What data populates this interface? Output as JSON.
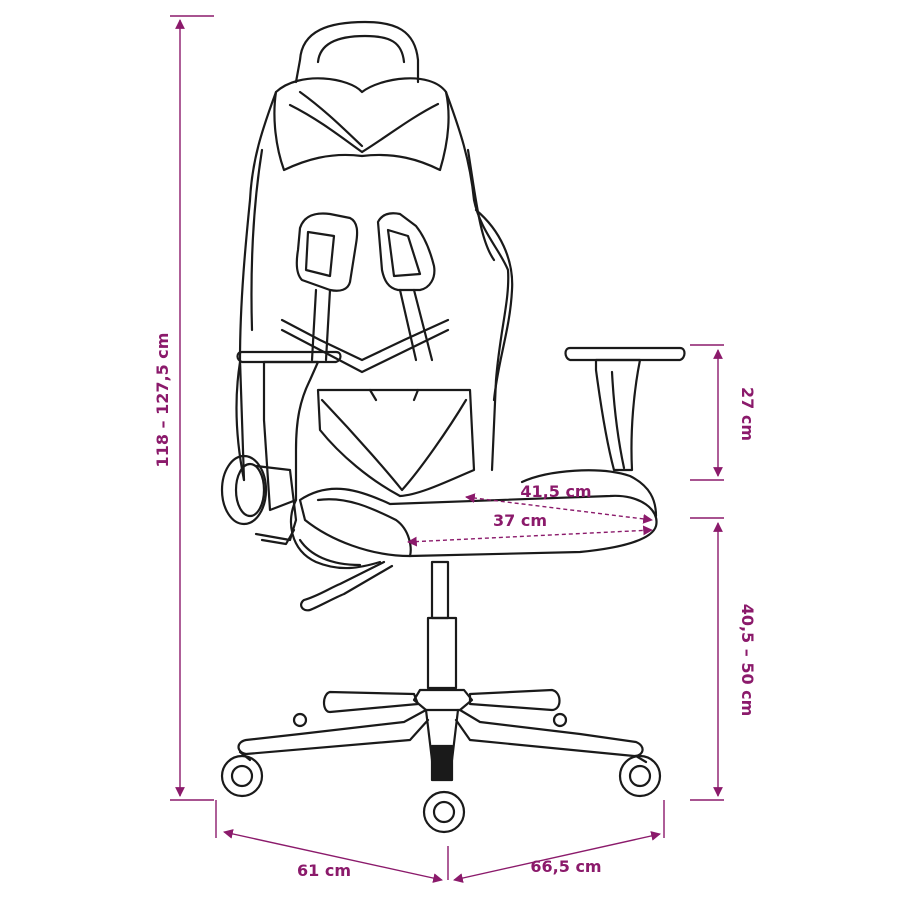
{
  "colors": {
    "dimension": "#8b1a6b",
    "outline": "#1a1a1a",
    "background": "#ffffff"
  },
  "dimensions": {
    "total_height": "118 – 127,5 cm",
    "armrest_height": "27 cm",
    "seat_height": "40,5 – 50 cm",
    "seat_depth": "41,5 cm",
    "seat_width": "37 cm",
    "base_width": "61 cm",
    "base_depth": "66,5 cm"
  }
}
